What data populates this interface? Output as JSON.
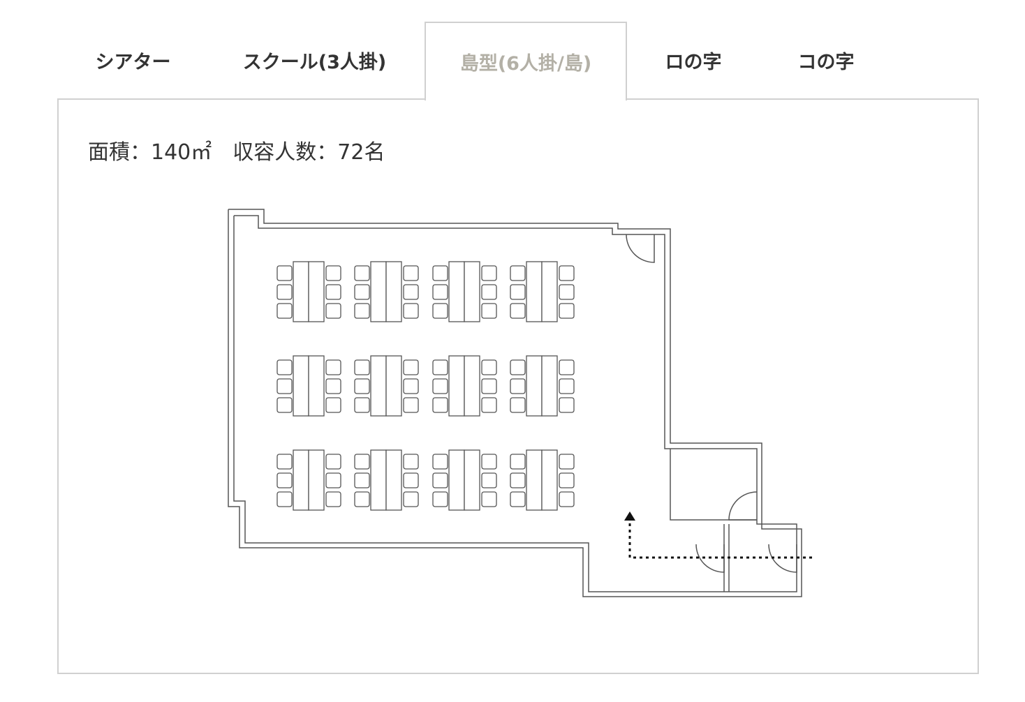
{
  "tabs": [
    {
      "label": "シアター",
      "active": false
    },
    {
      "label": "スクール(3人掛)",
      "active": false
    },
    {
      "label": "島型(6人掛/島)",
      "active": true
    },
    {
      "label": "ロの字",
      "active": false
    },
    {
      "label": "コの字",
      "active": false
    }
  ],
  "panel": {
    "area_label": "面積：140㎡",
    "capacity_label": "収容人数：72名"
  },
  "floorplan": {
    "table_groups": 12,
    "seats_per_group": 6
  },
  "colors": {
    "active_tab_text": "#b3b0a6",
    "border": "#d0d0d0",
    "text": "#333333",
    "line": "#555555"
  }
}
